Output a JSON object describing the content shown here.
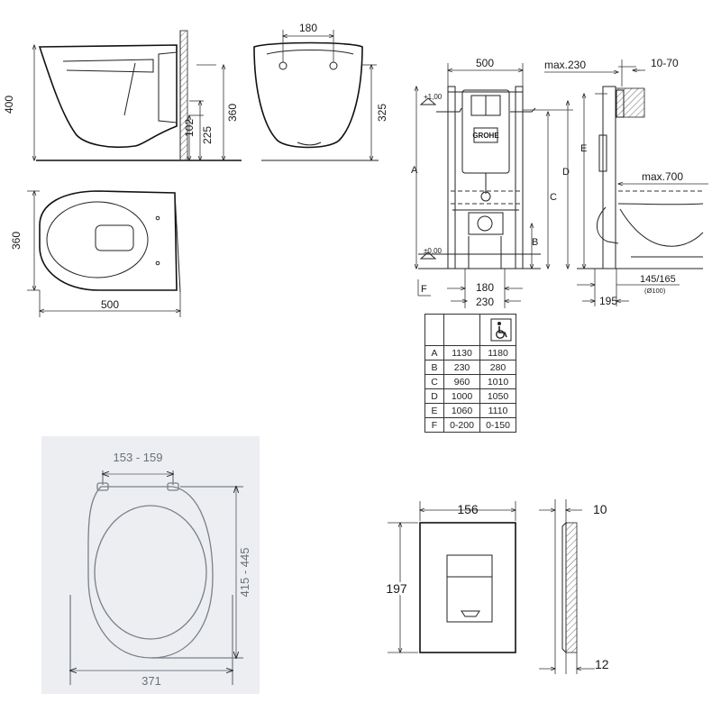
{
  "toilet_side": {
    "height": "400",
    "outlet_height": "360",
    "bolt_upper": "225",
    "bolt_lower": "102"
  },
  "toilet_front": {
    "bolt_spacing": "180",
    "height": "325"
  },
  "toilet_top": {
    "depth": "360",
    "length": "500"
  },
  "frame": {
    "width": "500",
    "depth_max": "max.230",
    "wall_range": "10-70",
    "max_projection": "max.700",
    "level_top": "+1,00",
    "level_floor": "±0,00",
    "labels": {
      "a": "A",
      "b": "B",
      "c": "C",
      "d": "D",
      "e": "E",
      "f": "F"
    },
    "bottom_spacing": "180",
    "bottom_width": "230",
    "side_offset": "195",
    "outlet": "145/165",
    "pipe": "(Ø100)",
    "brand": "GROHE"
  },
  "table": {
    "icon": "wheelchair-icon",
    "rows": [
      {
        "label": "A",
        "standard": "1130",
        "accessible": "1180"
      },
      {
        "label": "B",
        "standard": "230",
        "accessible": "280"
      },
      {
        "label": "C",
        "standard": "960",
        "accessible": "1010"
      },
      {
        "label": "D",
        "standard": "1000",
        "accessible": "1050"
      },
      {
        "label": "E",
        "standard": "1060",
        "accessible": "1110"
      },
      {
        "label": "F",
        "standard": "0-200",
        "accessible": "0-150"
      }
    ]
  },
  "seat": {
    "hinge_spacing": "153 - 159",
    "length": "415 - 445",
    "width": "371"
  },
  "flush_plate": {
    "width": "156",
    "height": "197",
    "thickness": "10",
    "depth": "12"
  }
}
